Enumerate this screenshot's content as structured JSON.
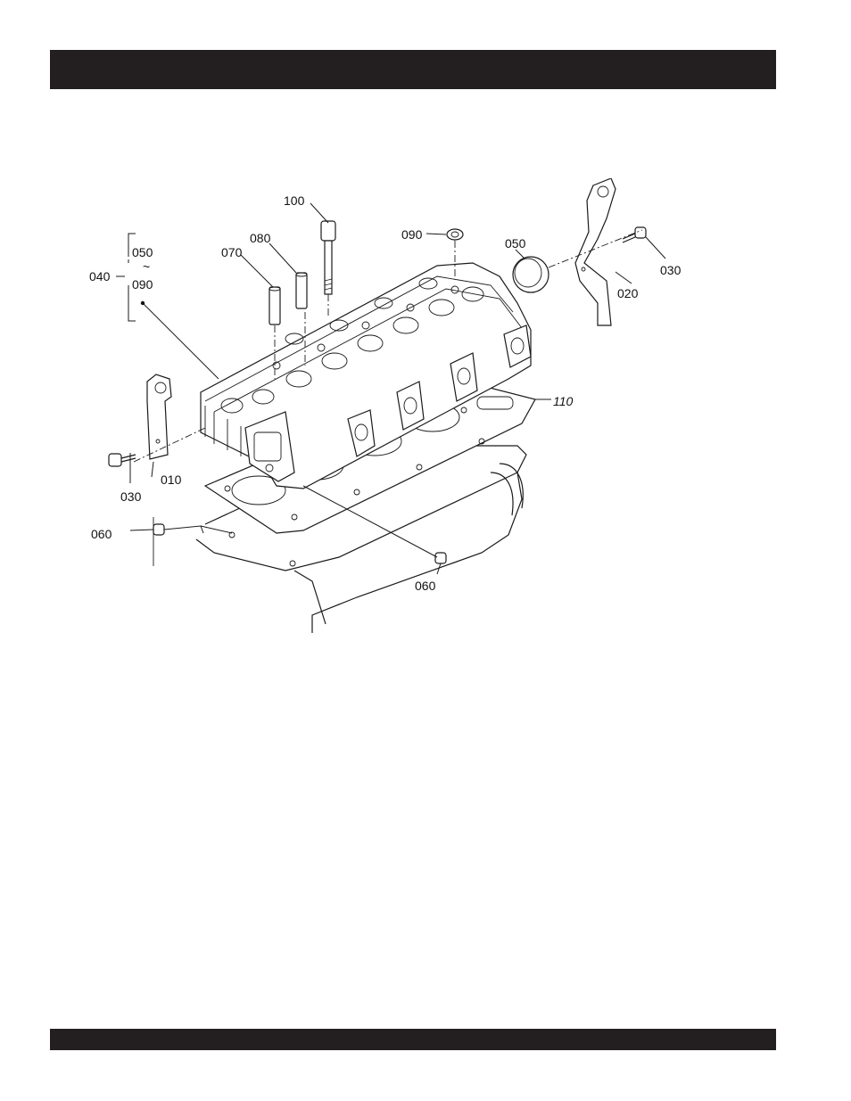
{
  "header": {
    "background": "#231f20"
  },
  "footer": {
    "background": "#231f20"
  },
  "diagram": {
    "callouts": {
      "c100": "100",
      "c080": "080",
      "c070": "070",
      "c090_top": "090",
      "c050_right": "050",
      "c030_right": "030",
      "c020": "020",
      "c040": "040",
      "c050_group": "050",
      "c_tilde": "~",
      "c090_group": "090",
      "c110": "110",
      "c010": "010",
      "c030_left": "030",
      "c060_left": "060",
      "c060_bottom": "060"
    }
  }
}
